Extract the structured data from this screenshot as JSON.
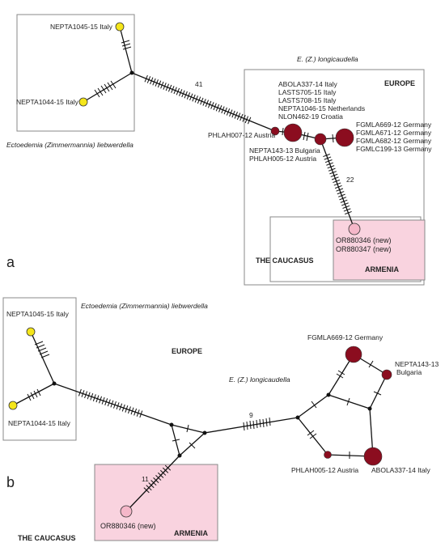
{
  "panel_a": {
    "letter": "a",
    "samples": {
      "nepta1045": "NEPTA1045-15 Italy",
      "nepta1044": "NEPTA1044-15 Italy",
      "phlah007": "PHLAH007-12 Austria",
      "group_italy": [
        "ABOLA337-14 Italy",
        "LASTS705-15 Italy",
        "LASTS708-15 Italy",
        "NEPTA1046-15 Netherlands",
        "NLON462-19 Croatia"
      ],
      "group_germany": [
        "FGMLA669-12 Germany",
        "FGMLA671-12 Germany",
        "FGMLA682-12 Germany",
        "FGMLC199-13 Germany"
      ],
      "group_bulgaria": [
        "NEPTA143-13 Bulgaria",
        "PHLAH005-12 Austria"
      ],
      "armenia_1": "OR880346 (new)",
      "armenia_2": "OR880347 (new)"
    },
    "species_liebwerdella": "Ectoedemia (Zimmermannia) liebwerdella",
    "species_longicaudella": "E. (Z.) longicaudella",
    "region_europe": "EUROPE",
    "region_caucasus": "THE CAUCASUS",
    "region_armenia": "ARMENIA",
    "mutation_count_long": "41",
    "mutation_count_armenia": "22"
  },
  "panel_b": {
    "letter": "b",
    "samples": {
      "nepta1045": "NEPTA1045-15 Italy",
      "nepta1044": "NEPTA1044-15 Italy",
      "fgmla669": "FGMLA669-12 Germany",
      "nepta143_code": "NEPTA143-13",
      "nepta143_country": "Bulgaria",
      "phlah005": "PHLAH005-12 Austria",
      "abola337": "ABOLA337-14 Italy",
      "armenia": "OR880346 (new)"
    },
    "species_liebwerdella": "Ectoedemia (Zimmermannia) liebwerdella",
    "species_longicaudella": "E. (Z.) longicaudella",
    "region_europe": "EUROPE",
    "region_caucasus": "THE CAUCASUS",
    "region_armenia": "ARMENIA",
    "mutation_count_mid": "9",
    "mutation_count_armenia": "11"
  },
  "colors": {
    "yellow": "#f5e61a",
    "darkred": "#8b0d1f",
    "pink": "#f5b7c9",
    "pinkbox": "#f9d3df",
    "line": "#111111",
    "border": "#888888"
  }
}
